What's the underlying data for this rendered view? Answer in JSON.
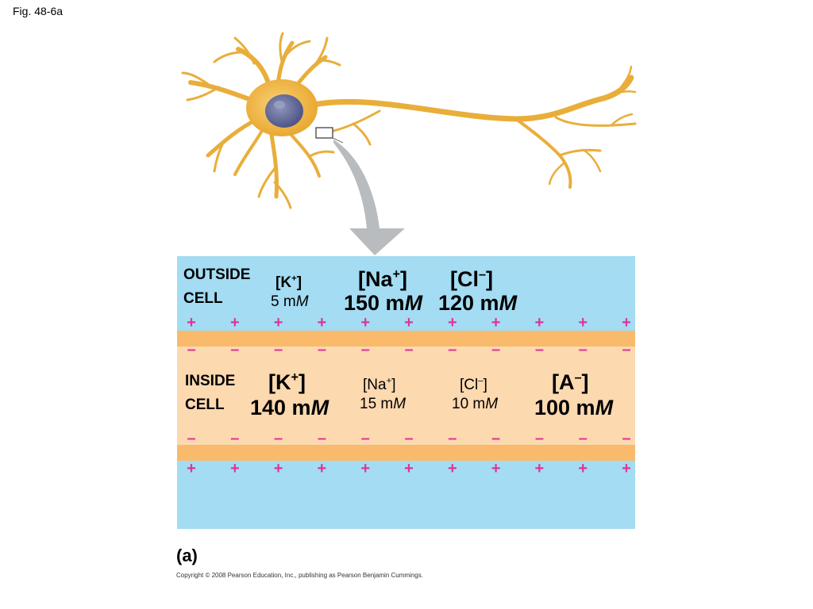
{
  "figure": {
    "label": "Fig. 48-6a",
    "caption": "(a)",
    "copyright": "Copyright © 2008 Pearson Education, Inc., publishing as Pearson Benjamin Cummings."
  },
  "outside": {
    "title_line1": "OUTSIDE",
    "title_line2": "CELL",
    "ions": [
      {
        "ion": "[K",
        "charge": "+",
        "close": "]",
        "conc": "5 m",
        "unit": "M"
      },
      {
        "ion": "[Na",
        "charge": "+",
        "close": "]",
        "conc": "150 m",
        "unit": "M"
      },
      {
        "ion": "[Cl",
        "charge": "–",
        "close": "]",
        "conc": "120 m",
        "unit": "M"
      }
    ]
  },
  "inside": {
    "title_line1": "INSIDE",
    "title_line2": "CELL",
    "ions": [
      {
        "ion": "[K",
        "charge": "+",
        "close": "]",
        "conc": "140 m",
        "unit": "M"
      },
      {
        "ion": "[Na",
        "charge": "+",
        "close": "]",
        "conc": "15 m",
        "unit": "M"
      },
      {
        "ion": "[Cl",
        "charge": "–",
        "close": "]",
        "conc": "10 m",
        "unit": "M"
      },
      {
        "ion": "[A",
        "charge": "–",
        "close": "]",
        "conc": "100 m",
        "unit": "M"
      }
    ]
  },
  "signs": {
    "plus": "+",
    "minus": "–",
    "count": 11
  },
  "colors": {
    "extracellular": "#a3dcf3",
    "membrane": "#f9ba6c",
    "cytoplasm": "#fdd9b0",
    "charge": "#e0339c",
    "neuron": "#f0b63a",
    "arrow": "#b9bcbe"
  }
}
